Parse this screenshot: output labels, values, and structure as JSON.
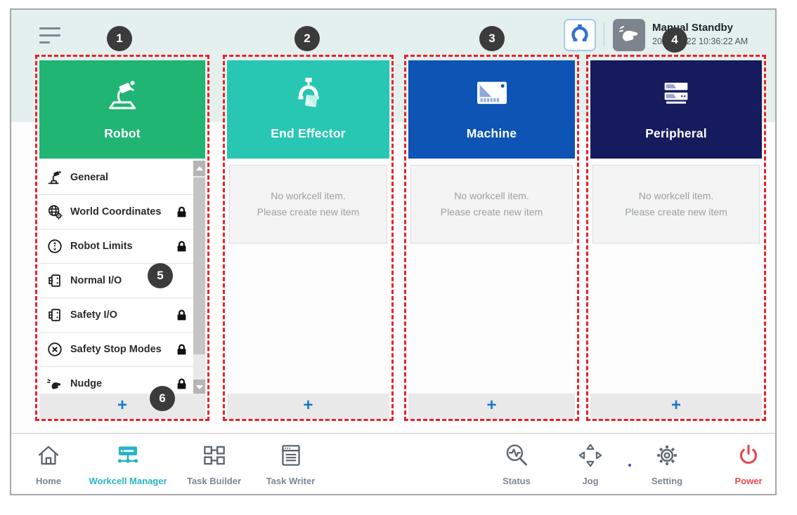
{
  "topbar": {
    "status_title": "Manual Standby",
    "status_time": "2022.02.22 10:36:22 AM",
    "icons": [
      "hamburger-menu-icon",
      "gripper-icon",
      "manual-hand-icon"
    ]
  },
  "callouts": {
    "b1": "1",
    "b2": "2",
    "b3": "3",
    "b4": "4",
    "b5": "5",
    "b6": "6"
  },
  "workcell": {
    "add_label": "+",
    "empty_line1": "No workcell item.",
    "empty_line2": "Please create new item",
    "columns": [
      {
        "label": "Robot",
        "color": "#20b573",
        "icon": "robot-arm-icon",
        "items": [
          {
            "label": "General",
            "icon": "robot-arm-icon",
            "locked": false
          },
          {
            "label": "World Coordinates",
            "icon": "globe-gear-icon",
            "locked": true
          },
          {
            "label": "Robot Limits",
            "icon": "limits-circle-icon",
            "locked": true
          },
          {
            "label": "Normal I/O",
            "icon": "io-port-icon",
            "locked": false
          },
          {
            "label": "Safety I/O",
            "icon": "io-port-icon",
            "locked": true
          },
          {
            "label": "Safety Stop Modes",
            "icon": "stop-x-circle-icon",
            "locked": true
          },
          {
            "label": "Nudge",
            "icon": "nudge-hand-icon",
            "locked": true
          }
        ]
      },
      {
        "label": "End Effector",
        "color": "#27c7b3",
        "icon": "gripper-box-icon"
      },
      {
        "label": "Machine",
        "color": "#0d54b4",
        "icon": "machine-icon"
      },
      {
        "label": "Peripheral",
        "color": "#161b5e",
        "icon": "server-rack-icon"
      }
    ]
  },
  "nav": {
    "active_color": "#2ab3c5",
    "power_color": "#e8474d",
    "items": [
      {
        "label": "Home",
        "icon": "home-icon",
        "active": false
      },
      {
        "label": "Workcell Manager",
        "icon": "workcell-manager-icon",
        "active": true
      },
      {
        "label": "Task Builder",
        "icon": "task-builder-icon",
        "active": false
      },
      {
        "label": "Task Writer",
        "icon": "task-writer-icon",
        "active": false
      },
      {
        "label": "Status",
        "icon": "status-magnifier-icon",
        "active": false
      },
      {
        "label": "Jog",
        "icon": "jog-dpad-icon",
        "active": false
      },
      {
        "label": "Setting",
        "icon": "gear-icon",
        "active": false
      },
      {
        "label": "Power",
        "icon": "power-icon",
        "active": false
      }
    ]
  }
}
